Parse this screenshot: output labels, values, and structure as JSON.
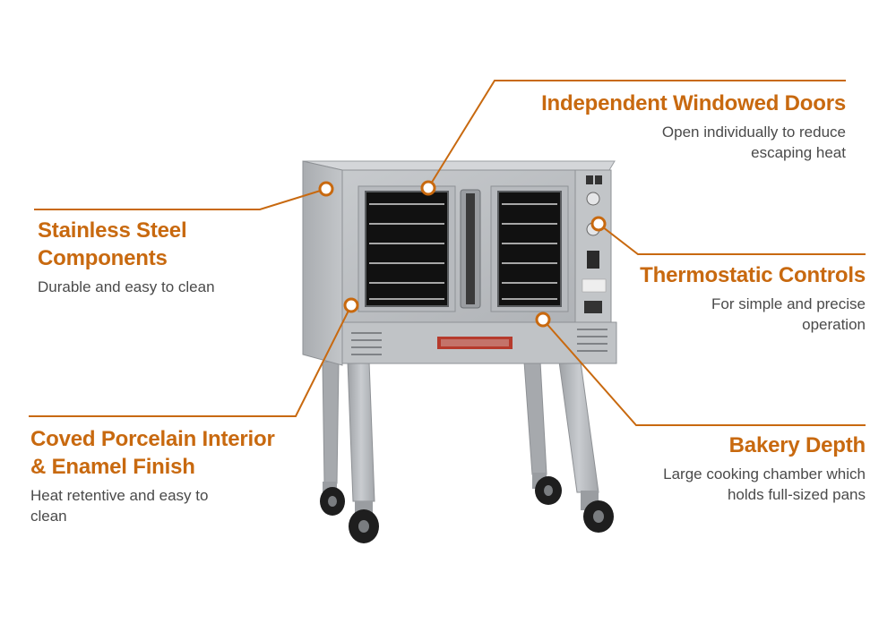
{
  "callouts": {
    "doors": {
      "title": "Independent Windowed Doors",
      "desc_1": "Open individually to reduce",
      "desc_2": "escaping heat"
    },
    "steel": {
      "title_1": "Stainless Steel",
      "title_2": "Components",
      "desc": "Durable and easy to clean"
    },
    "thermo": {
      "title": "Thermostatic Controls",
      "desc_1": "For simple and precise",
      "desc_2": "operation"
    },
    "porcelain": {
      "title_1": "Coved Porcelain Interior",
      "title_2": "& Enamel Finish",
      "desc_1": "Heat retentive and easy to",
      "desc_2": "clean"
    },
    "bakery": {
      "title": "Bakery Depth",
      "desc_1": "Large cooking chamber which",
      "desc_2": "holds full-sized pans"
    }
  },
  "colors": {
    "accent": "#c8690f",
    "text": "#4a4a4a",
    "steel": "#b9bcc0"
  }
}
